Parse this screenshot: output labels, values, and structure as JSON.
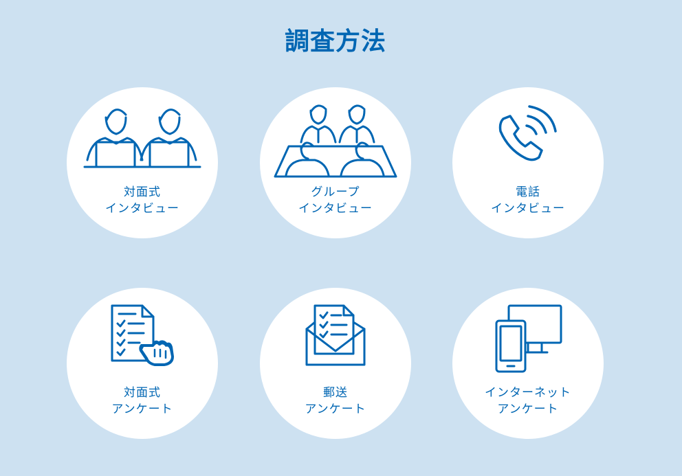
{
  "title": "調査方法",
  "methods": [
    {
      "icon": "face-to-face-interview-icon",
      "line1": "対面式",
      "line2": "インタビュー"
    },
    {
      "icon": "group-interview-icon",
      "line1": "グループ",
      "line2": "インタビュー"
    },
    {
      "icon": "phone-icon",
      "line1": "電話",
      "line2": "インタビュー"
    },
    {
      "icon": "survey-sheet-icon",
      "line1": "対面式",
      "line2": "アンケート"
    },
    {
      "icon": "mail-envelope-icon",
      "line1": "郵送",
      "line2": "アンケート"
    },
    {
      "icon": "devices-icon",
      "line1": "インターネット",
      "line2": "アンケート"
    }
  ],
  "colors": {
    "background": "#cde1f1",
    "accent": "#0066b3",
    "circle": "#ffffff"
  }
}
